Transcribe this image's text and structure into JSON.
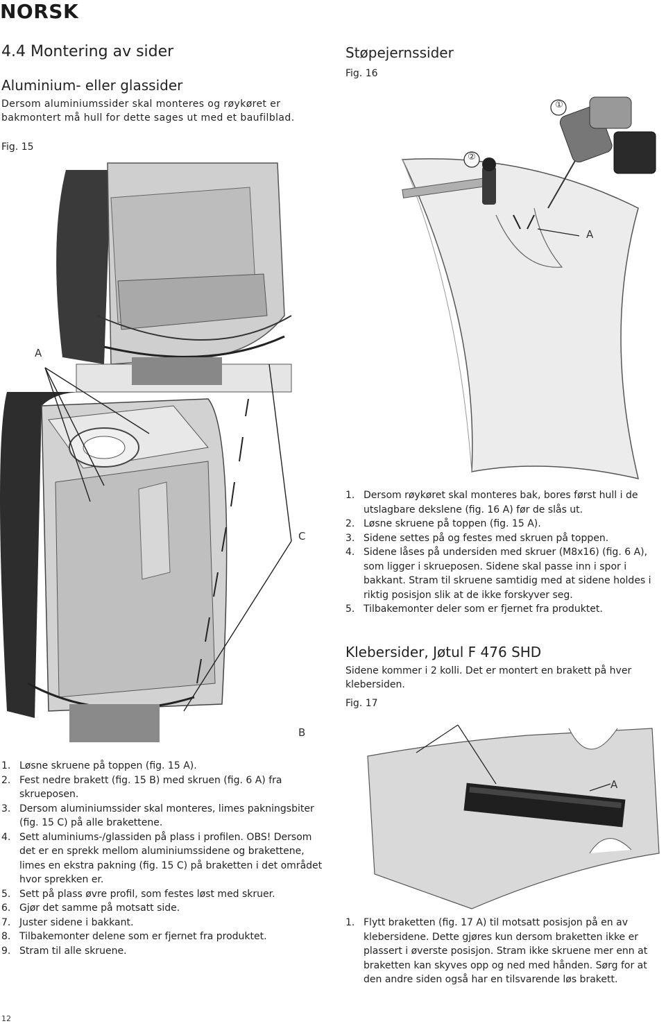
{
  "header": {
    "language": "NORSK"
  },
  "section": {
    "heading": "4.4 Montering av sider"
  },
  "aluminium": {
    "heading": "Aluminium- eller glassider",
    "intro": "Dersom aluminiumssider skal monteres og røykøret er bakmontert må hull for dette sages ut med et baufilblad.",
    "fig_label": "Fig. 15",
    "callouts": {
      "a": "A",
      "b": "B",
      "c": "C"
    },
    "steps": [
      {
        "num": "1.",
        "text": "Løsne skruene på toppen (fig. 15 A)."
      },
      {
        "num": "2.",
        "text": "Fest nedre brakett (fig. 15 B) med skruen (fig. 6 A) fra skrueposen."
      },
      {
        "num": "3.",
        "text": "Dersom aluminiumssider skal monteres, limes pakningsbiter (fig. 15 C) på alle brakettene."
      },
      {
        "num": "4.",
        "text": "Sett aluminiums-/glassiden på plass i profilen. OBS! Dersom det er en sprekk mellom aluminiumssidene og brakettene, limes en ekstra pakning (fig. 15 C) på braketten i det området hvor sprekken er."
      },
      {
        "num": "5.",
        "text": "Sett på plass øvre profil, som festes løst med skruer."
      },
      {
        "num": "6.",
        "text": "Gjør det samme på motsatt side."
      },
      {
        "num": "7.",
        "text": "Juster sidene i bakkant."
      },
      {
        "num": "8.",
        "text": "Tilbakemonter delene som er fjernet fra produktet."
      },
      {
        "num": "9.",
        "text": "Stram til alle skruene."
      }
    ]
  },
  "stopejern": {
    "heading": "Støpejernssider",
    "fig_label": "Fig. 16",
    "callouts": {
      "one": "①",
      "two": "②",
      "a": "A"
    },
    "steps": [
      {
        "num": "1.",
        "text": "Dersom røykøret skal monteres bak, bores først hull i de utslagbare dekslene (fig. 16 A) før de slås ut."
      },
      {
        "num": "2.",
        "text": "Løsne skruene på toppen (fig. 15 A)."
      },
      {
        "num": "3.",
        "text": "Sidene settes på og festes med skruen på toppen."
      },
      {
        "num": "4.",
        "text": "Sidene låses på undersiden med skruer (M8x16) (fig. 6 A), som ligger i skrueposen. Sidene skal passe inn i spor i bakkant. Stram til skruene samtidig med at sidene holdes i riktig posisjon slik at de ikke forskyver seg."
      },
      {
        "num": "5.",
        "text": "Tilbakemonter deler som er fjernet fra produktet."
      }
    ]
  },
  "kleber": {
    "heading": "Klebersider, Jøtul F 476 SHD",
    "intro": "Sidene kommer i 2 kolli. Det er montert en brakett på hver klebersiden.",
    "fig_label": "Fig. 17",
    "callouts": {
      "a": "A"
    },
    "steps": [
      {
        "num": "1.",
        "text": "Flytt braketten (fig. 17 A) til motsatt posisjon på en av klebersidene. Dette gjøres kun dersom braketten ikke er plassert i øverste posisjon. Stram ikke skruene mer enn at braketten kan skyves opp og ned med hånden. Sørg for at den andre siden også har en tilsvarende løs brakett."
      }
    ]
  },
  "footer": {
    "page_number": "12"
  },
  "colors": {
    "text": "#1a1a1a",
    "illustration_dark": "#444444",
    "illustration_light": "#d8d8d8"
  }
}
